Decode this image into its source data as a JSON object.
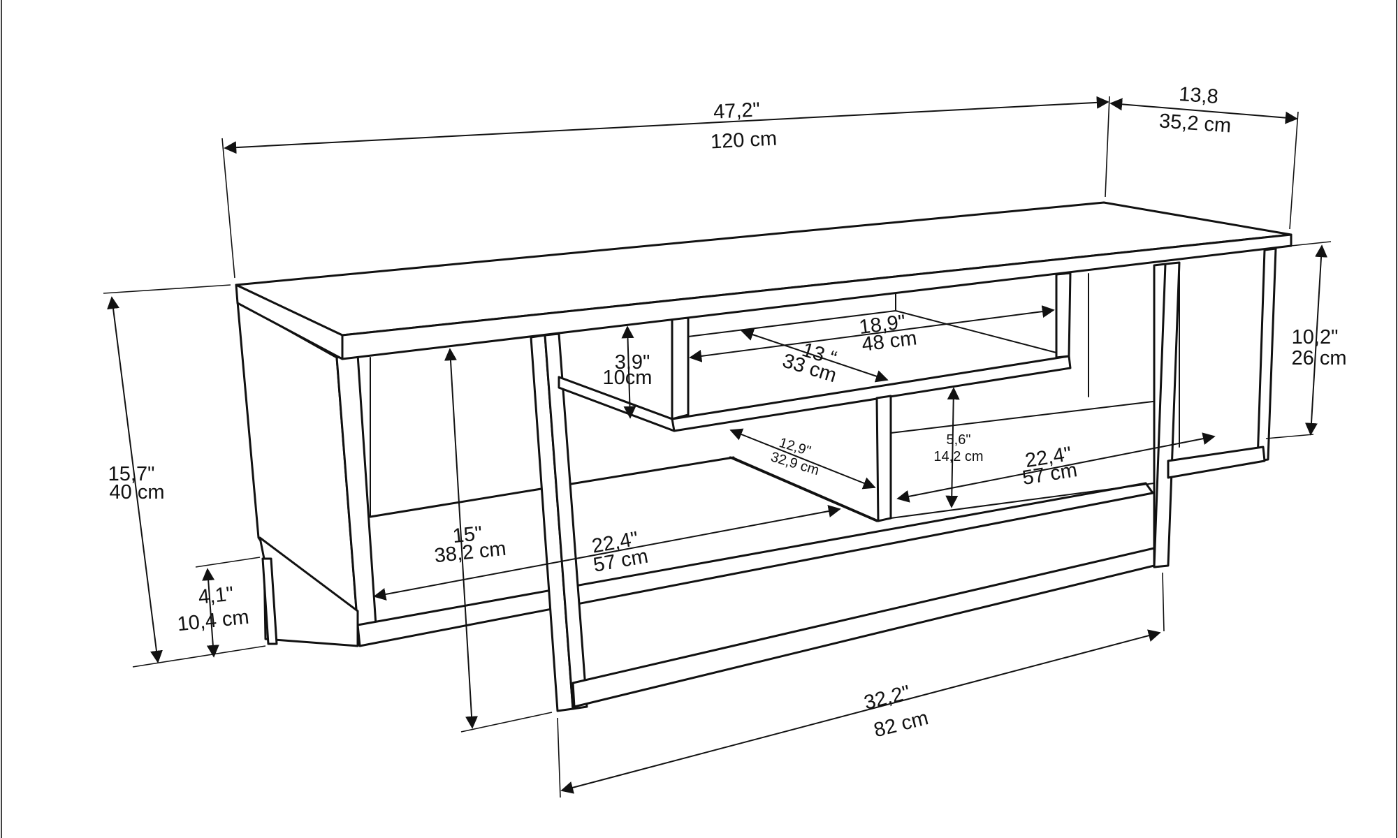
{
  "dimensions": {
    "overall_width": {
      "inch": "47,2\"",
      "cm": "120 cm"
    },
    "depth": {
      "inch": "13,8",
      "cm": "35,2 cm"
    },
    "overall_height": {
      "inch": "15,7\"",
      "cm": "40 cm"
    },
    "leg_height": {
      "inch": "4,1\"",
      "cm": "10,4 cm"
    },
    "left_compartment_height": {
      "inch": "15\"",
      "cm": "38,2 cm"
    },
    "top_shelf_gap": {
      "inch": "3,9\"",
      "cm": "10cm"
    },
    "upper_shelf_width": {
      "inch": "18,9\"",
      "cm": "48 cm"
    },
    "upper_shelf_depth": {
      "inch": "13 “",
      "cm": "33 cm"
    },
    "middle_divider_depth": {
      "inch": "12,9\"",
      "cm": "32,9 cm"
    },
    "middle_gap": {
      "inch": "5,6\"",
      "cm": "14,2 cm"
    },
    "right_shelf_width": {
      "inch": "22,4\"",
      "cm": "57 cm"
    },
    "left_bottom_shelf_width": {
      "inch": "22,4\"",
      "cm": "57 cm"
    },
    "right_side_height": {
      "inch": "10,2\"",
      "cm": "26 cm"
    },
    "frame_width": {
      "inch": "32,2\"",
      "cm": "82 cm"
    }
  }
}
